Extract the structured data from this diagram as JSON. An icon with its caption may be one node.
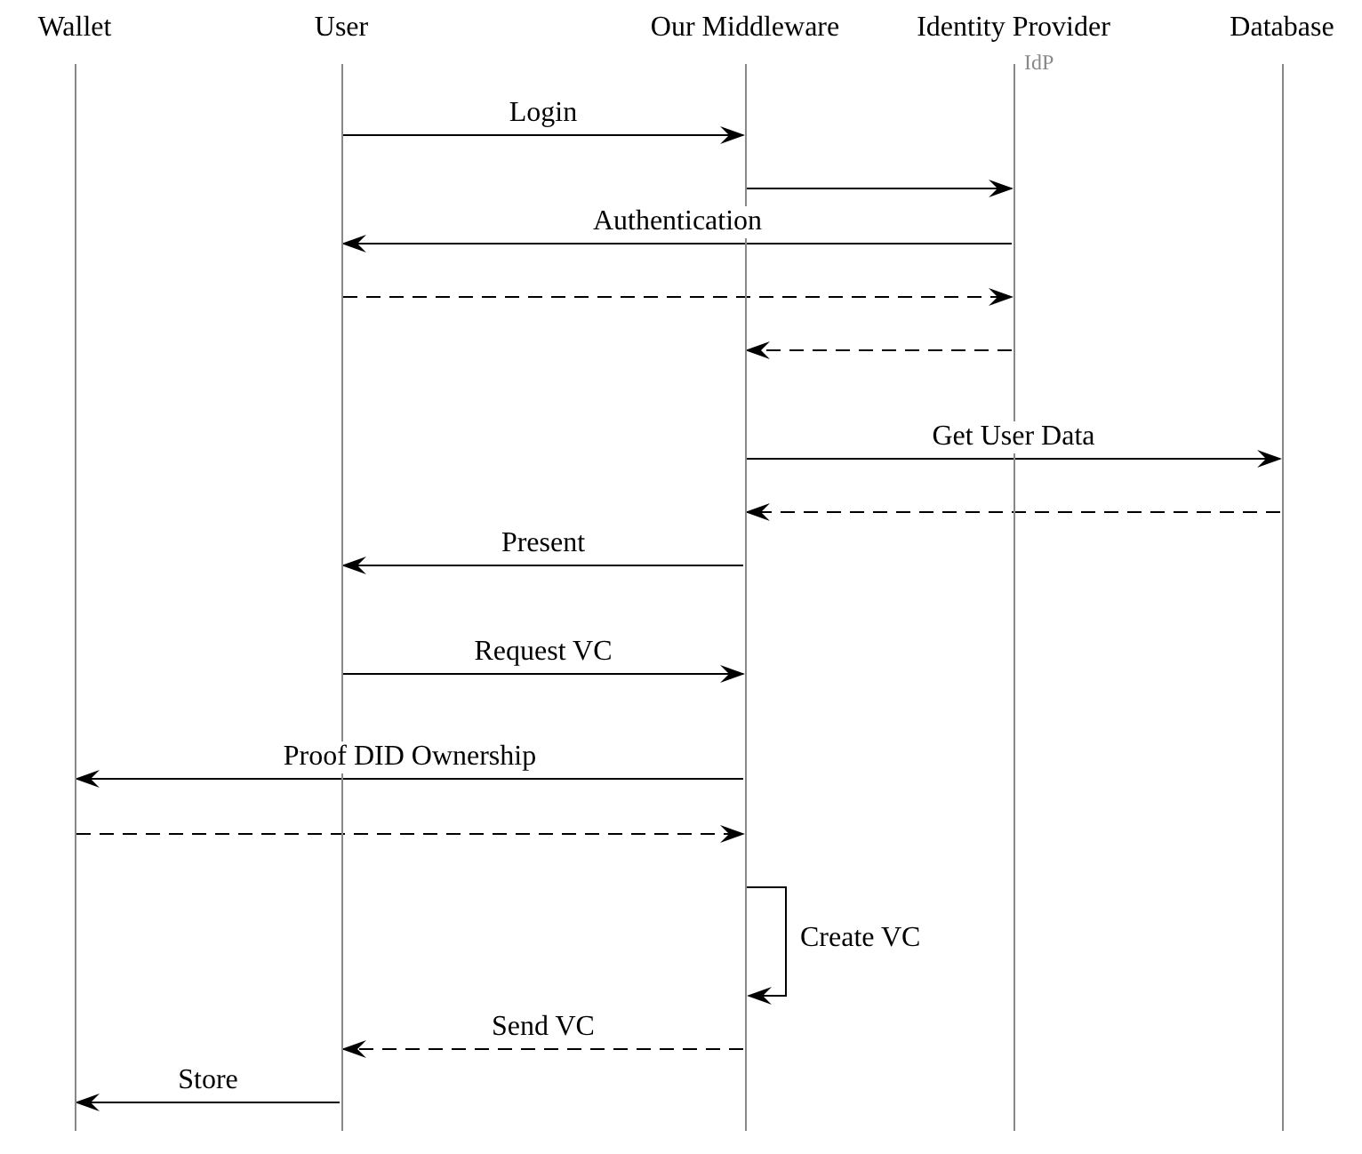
{
  "diagram": {
    "nodes": [
      {
        "text": [
          "Wallet"
        ]
      },
      {
        "text": [
          "User"
        ]
      },
      {
        "text": [
          "Our Middleware"
        ]
      },
      {
        "text": [
          "Identity Provider"
        ]
      },
      {
        "text": [
          "Database"
        ]
      }
    ],
    "edges": [
      {
        "from": 1,
        "to": 2,
        "arrow": "to",
        "label": "Login"
      },
      {
        "from": 2,
        "to": 3,
        "arrow": "to"
      },
      {
        "from": 3,
        "to": 1,
        "arrow": "to",
        "label": "Authentication"
      },
      {
        "from": 1,
        "to": 3,
        "arrow": "to",
        "style": "dashed"
      },
      {
        "from": 3,
        "to": 2,
        "arrow": "to",
        "style": "dashed"
      },
      {
        "from": 2,
        "to": 4,
        "arrow": "to",
        "label": "Get User Data"
      },
      {
        "from": 4,
        "to": 2,
        "arrow": "to",
        "style": "dashed"
      },
      {
        "from": 2,
        "to": 1,
        "arrow": "to",
        "label": "Present"
      },
      {
        "from": 1,
        "to": 2,
        "arrow": "to",
        "label": "Request VC"
      },
      {
        "from": 2,
        "to": 0,
        "arrow": "to",
        "label": "Proof DID Ownership"
      },
      {
        "from": 0,
        "to": 2,
        "arrow": "to",
        "style": "dashed"
      },
      {
        "from": 2,
        "to": 2,
        "arrow": "to",
        "label": "Create VC"
      },
      {
        "from": 2,
        "to": 1,
        "arrow": "to",
        "style": "dashed",
        "label": "Send VC"
      },
      {
        "from": 1,
        "to": 0,
        "arrow": "to",
        "label": "Store"
      }
    ],
    "labels": [
      "IdP"
    ]
  }
}
